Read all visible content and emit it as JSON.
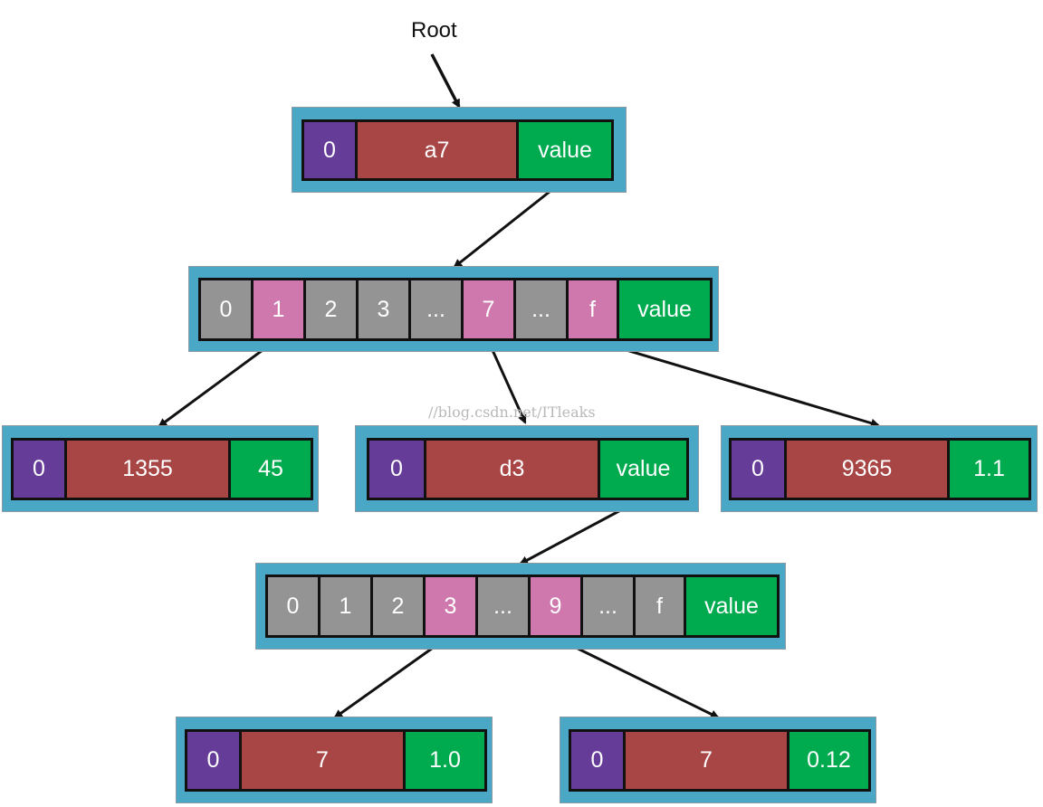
{
  "root_label": "Root",
  "watermark": "//blog.csdn.net/ITleaks",
  "colors": {
    "border_box": "#4aa8c6",
    "prefix": "#653c97",
    "key": "#a84545",
    "value": "#00aa4f",
    "empty_slot": "#949494",
    "used_slot": "#cf78ae"
  },
  "nodes": {
    "n1": {
      "prefix": "0",
      "key": "a7",
      "value": "value"
    },
    "branch1": {
      "slots": [
        "0",
        "1",
        "2",
        "3",
        "...",
        "7",
        "...",
        "f"
      ],
      "value": "value"
    },
    "leaf1": {
      "prefix": "0",
      "key": "1355",
      "value": "45"
    },
    "n2": {
      "prefix": "0",
      "key": "d3",
      "value": "value"
    },
    "leaf2": {
      "prefix": "0",
      "key": "9365",
      "value": "1.1"
    },
    "branch2": {
      "slots": [
        "0",
        "1",
        "2",
        "3",
        "...",
        "9",
        "...",
        "f"
      ],
      "value": "value"
    },
    "leaf3": {
      "prefix": "0",
      "key": "7",
      "value": "1.0"
    },
    "leaf4": {
      "prefix": "0",
      "key": "7",
      "value": "0.12"
    }
  }
}
